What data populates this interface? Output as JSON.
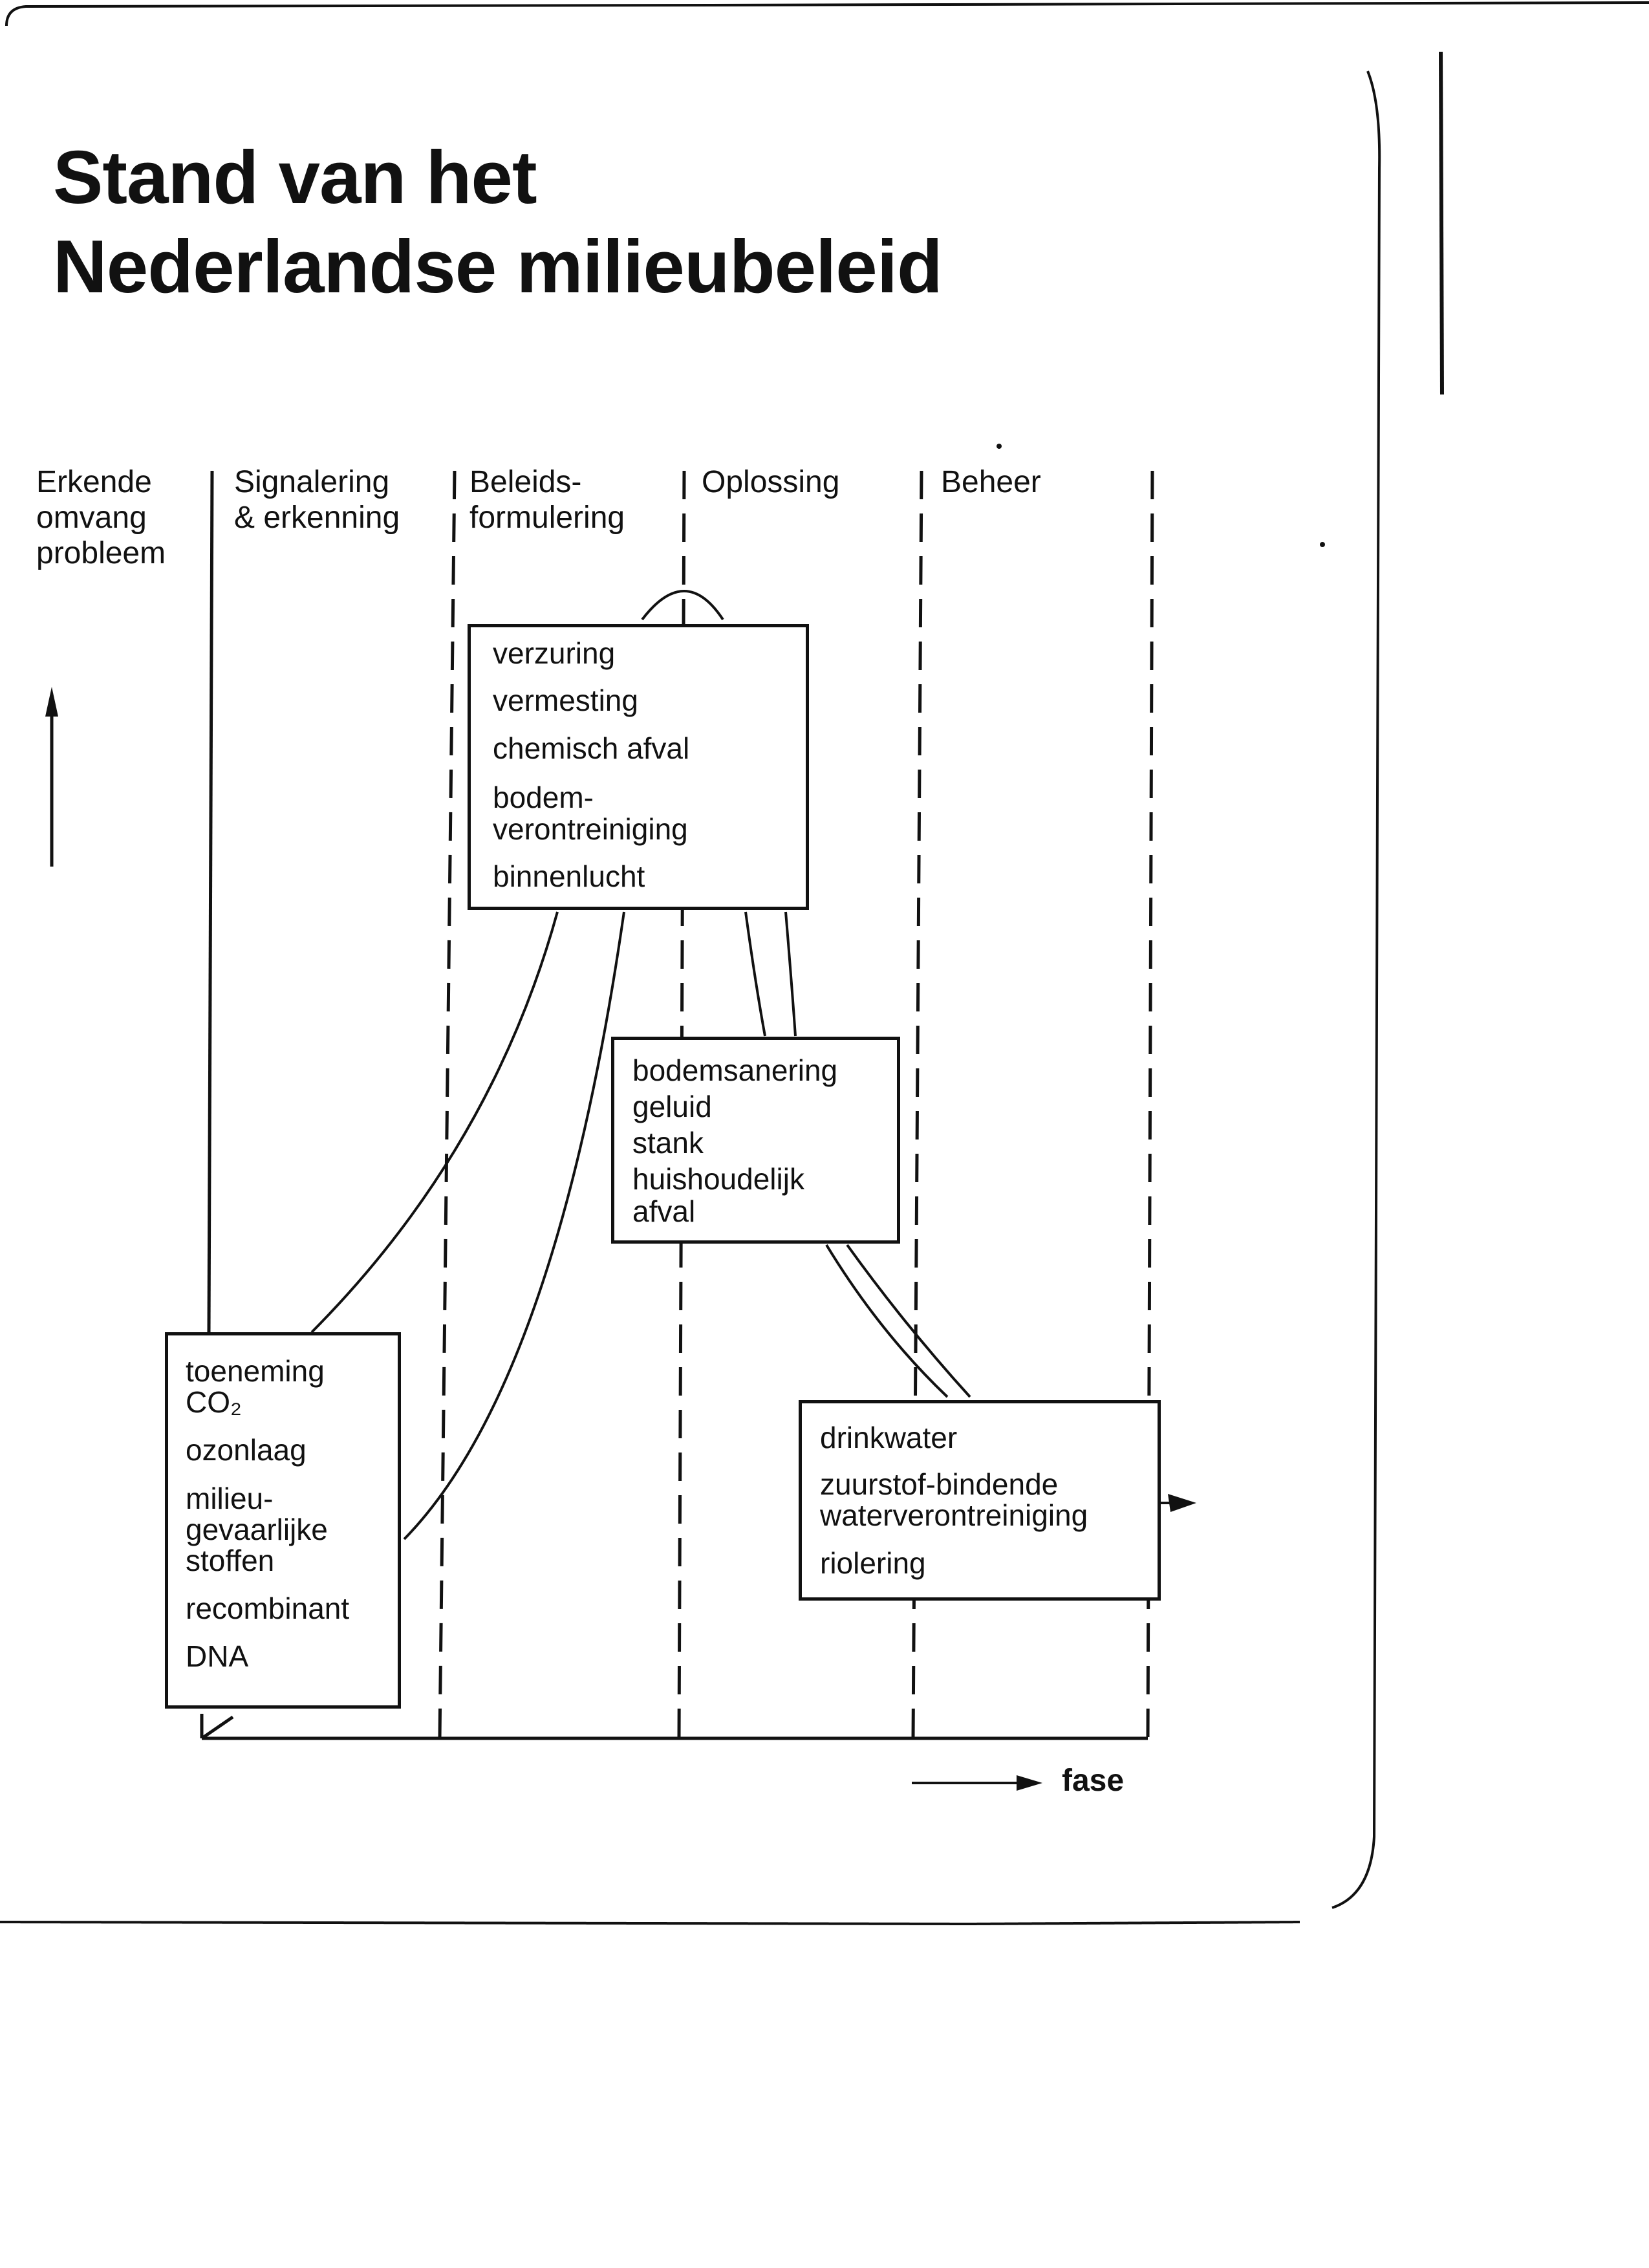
{
  "title": {
    "line1": "Stand van het",
    "line2": "Nederlandse milieubeleid"
  },
  "y_axis_label": {
    "line1": "Erkende",
    "line2": "omvang",
    "line3": "probleem"
  },
  "columns": [
    {
      "line1": "Signalering",
      "line2": "& erkenning"
    },
    {
      "line1": "Beleids-",
      "line2": "formulering"
    },
    {
      "line1": "Oplossing",
      "line2": ""
    },
    {
      "line1": "Beheer",
      "line2": ""
    }
  ],
  "x_axis_label": "fase",
  "boxes": {
    "signalering": {
      "items": [
        "toeneming",
        "CO₂",
        "ozonlaag",
        "milieu-",
        "gevaarlijke",
        "stoffen",
        "recombinant",
        "DNA"
      ]
    },
    "beleid": {
      "items": [
        "verzuring",
        "vermesting",
        "chemisch afval",
        "bodem-",
        "verontreiniging",
        "binnenlucht"
      ]
    },
    "oplossing": {
      "items": [
        "bodemsanering",
        "geluid",
        "stank",
        "huishoudelijk",
        "afval"
      ]
    },
    "beheer": {
      "items": [
        "drinkwater",
        "zuurstof-bindende",
        "waterverontreiniging",
        "riolering"
      ]
    }
  }
}
